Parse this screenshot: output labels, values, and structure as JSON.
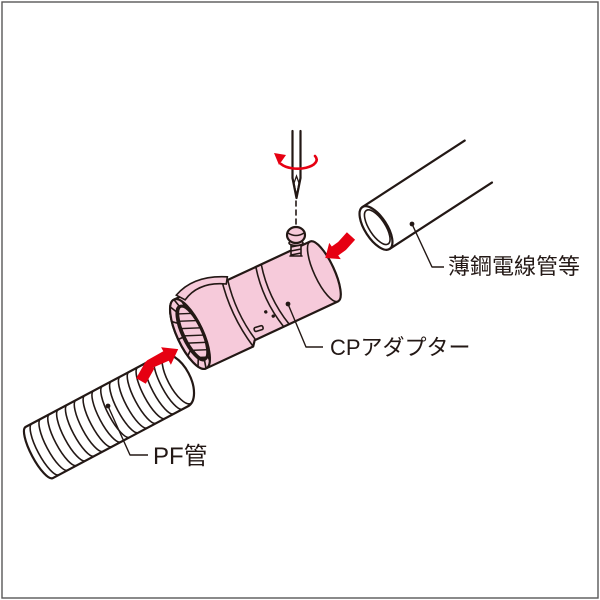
{
  "diagram": {
    "type": "installation-diagram",
    "labels": {
      "steel_pipe": "薄鋼電線管等",
      "cp_adapter": "CPアダプター",
      "pf_pipe": "PF管"
    },
    "parts": [
      {
        "name": "pf-pipe",
        "label": "PF管"
      },
      {
        "name": "cp-adapter",
        "label": "CPアダプター"
      },
      {
        "name": "steel-conduit",
        "label": "薄鋼電線管等"
      },
      {
        "name": "screwdriver",
        "label": ""
      },
      {
        "name": "set-screw",
        "label": ""
      }
    ],
    "colors": {
      "outline": "#231815",
      "accent_red": "#e60012",
      "part_pink": "#f6cada",
      "background": "#ffffff",
      "frame_gray": "#595757"
    }
  }
}
